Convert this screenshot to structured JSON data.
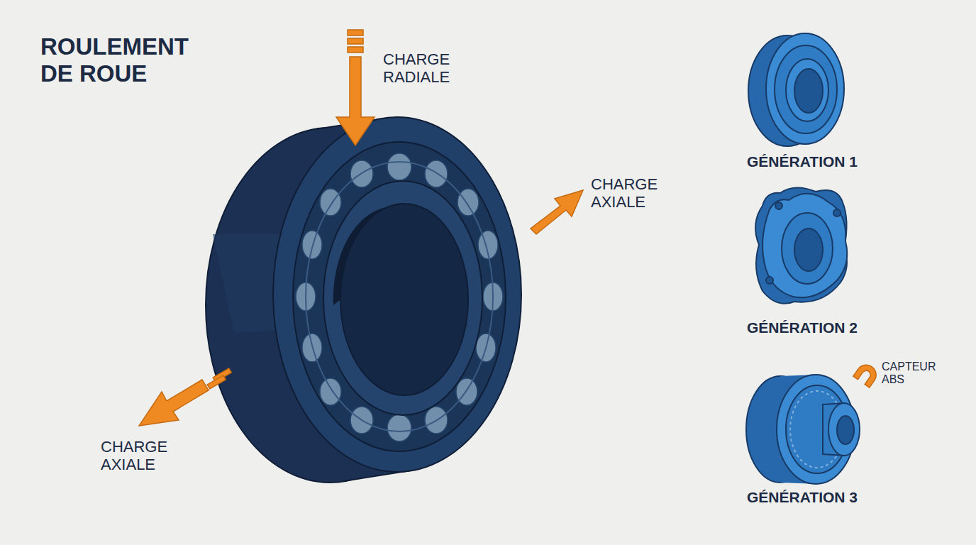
{
  "diagram": {
    "title": "ROULEMENT DE ROUE",
    "labels": [
      "CHARGE RADIALE",
      "CHARGE AXIALE",
      "CHARGE AXIALE",
      "GÉNÉRATION 1",
      "GÉNÉRATION 2",
      "CAPTEUR ABS",
      "GÉNÉRATION 3"
    ]
  }
}
